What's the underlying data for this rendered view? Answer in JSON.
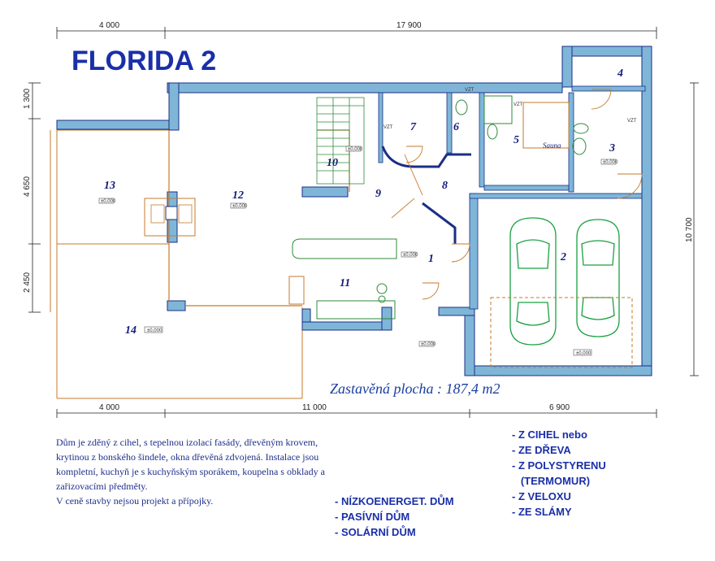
{
  "title": "FLORIDA  2",
  "dimensions": {
    "top_left": "4 000",
    "top_right": "17 900",
    "left_1": "1 300",
    "left_2": "4 650",
    "left_3": "2 450",
    "right": "10 700",
    "bottom_1": "4 000",
    "bottom_2": "11 000",
    "bottom_3": "6 900"
  },
  "rooms": [
    "1",
    "2",
    "3",
    "4",
    "5",
    "6",
    "7",
    "8",
    "9",
    "10",
    "11",
    "12",
    "13",
    "14"
  ],
  "labels": {
    "vzt": "VZT",
    "sauna": "Sauna",
    "level": "±0,000"
  },
  "built_area": "Zastavěná  plocha :  187,4 m2",
  "description": [
    "Dům je zděný z cihel, s tepelnou izolací fasády, dřevěným krovem,",
    "krytinou z bonského šindele, okna dřevěná zdvojená. Instalace jsou",
    "kompletní, kuchyň je s kuchyňským sporákem, koupelna s obklady a",
    "zařizovacími předměty.",
    "V ceně stavby nejsou projekt a přípojky."
  ],
  "energy_options": [
    "-  NÍZKOENERGET.  DŮM",
    "-  PASÍVNÍ  DŮM",
    "-  SOLÁRNÍ  DŮM"
  ],
  "material_options": [
    "-  Z  CIHEL   nebo",
    "-  ZE  DŘEVA",
    "-  Z  POLYSTYRENU",
    "   (TERMOMUR)",
    "-  Z  VELOXU",
    "-  ZE  SLÁMY"
  ],
  "colors": {
    "wall": "#7fb6d8",
    "wall_outline": "#1b2f86",
    "interior": "#c77a2a",
    "furniture": "#2e8b3a",
    "car": "#1aa040",
    "title": "#1a2fa8"
  }
}
